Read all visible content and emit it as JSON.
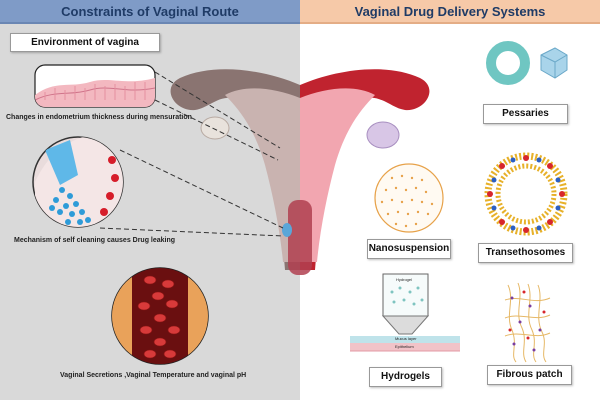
{
  "left_panel": {
    "title": "Constraints of Vaginal Route",
    "env_label": "Environment of vagina",
    "endometrium_caption": "Changes in endometrium thickness during mensuration",
    "self_clean_caption": "Mechanism of self cleaning causes Drug leaking",
    "secretions_caption": "Vaginal Secretions ,Vaginal Temperature and vaginal pH"
  },
  "right_panel": {
    "title": "Vaginal Drug Delivery Systems",
    "pessaries": "Pessaries",
    "nanosuspension": "Nanosuspension",
    "transethosomes": "Transethosomes",
    "hydrogels": "Hydrogels",
    "fibrous_patch": "Fibrous patch",
    "hydrogel_inner_label": "Hydrogel",
    "mucus_layer_label": "Mucus layer",
    "epithelium_label": "Epithelium"
  },
  "colors": {
    "left_bg": "#d9d9d9",
    "left_header": "#7f9bc7",
    "right_header": "#f6c9a8",
    "header_text": "#1f3b66",
    "uterus_red": "#c0232f",
    "pessary_teal": "#6fc6c2"
  }
}
